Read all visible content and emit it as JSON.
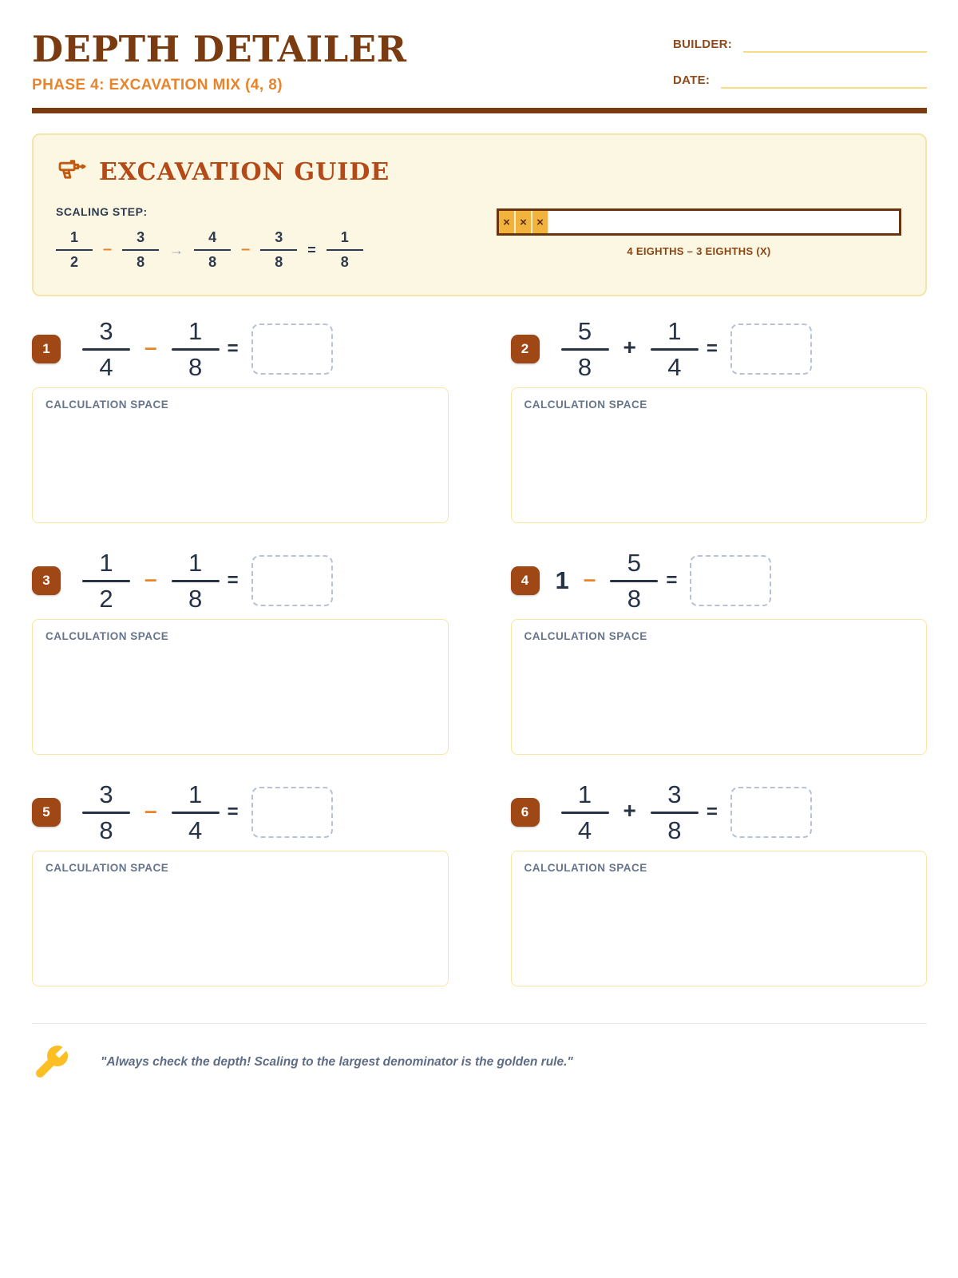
{
  "header": {
    "title": "DEPTH DETAILER",
    "subtitle": "PHASE 4: EXCAVATION MIX (4, 8)",
    "builder_label": "BUILDER:",
    "date_label": "DATE:"
  },
  "guide": {
    "heading": "EXCAVATION GUIDE",
    "scaling_step_label": "SCALING STEP:",
    "equation": {
      "f1": {
        "num": "1",
        "den": "2"
      },
      "op1": "–",
      "f2": {
        "num": "3",
        "den": "8"
      },
      "arrow": "→",
      "f3": {
        "num": "4",
        "den": "8"
      },
      "op2": "–",
      "f4": {
        "num": "3",
        "den": "8"
      },
      "equals": "=",
      "result": {
        "num": "1",
        "den": "8"
      }
    },
    "bar_model": {
      "crossed_cells": 3,
      "cross_symbol": "×",
      "caption": "4 EIGHTHS – 3 EIGHTHS (X)"
    }
  },
  "symbols": {
    "equals": "="
  },
  "calc_label": "CALCULATION SPACE",
  "problems": [
    {
      "number": "1",
      "f1": {
        "num": "3",
        "den": "4"
      },
      "op": "–",
      "f2": {
        "num": "1",
        "den": "8"
      }
    },
    {
      "number": "2",
      "f1": {
        "num": "5",
        "den": "8"
      },
      "op": "+",
      "f2": {
        "num": "1",
        "den": "4"
      }
    },
    {
      "number": "3",
      "f1": {
        "num": "1",
        "den": "2"
      },
      "op": "–",
      "f2": {
        "num": "1",
        "den": "8"
      }
    },
    {
      "number": "4",
      "whole": "1",
      "op": "–",
      "f2": {
        "num": "5",
        "den": "8"
      }
    },
    {
      "number": "5",
      "f1": {
        "num": "3",
        "den": "8"
      },
      "op": "–",
      "f2": {
        "num": "1",
        "den": "4"
      }
    },
    {
      "number": "6",
      "f1": {
        "num": "1",
        "den": "4"
      },
      "op": "+",
      "f2": {
        "num": "3",
        "den": "8"
      }
    }
  ],
  "footer": {
    "quote": "\"Always check the depth! Scaling to the largest denominator is the golden rule.\""
  },
  "colors": {
    "title_brown": "#7A3B10",
    "accent_orange": "#E8842C",
    "heading_rust": "#B34A17",
    "ink_navy": "#263246",
    "badge_brown": "#A04716",
    "cell_yellow": "#F2B33D",
    "line_gold": "#F7DC84",
    "panel_cream": "#FCF7E2",
    "panel_border": "#F3E5AC",
    "calc_border": "#FAE6A3",
    "dashed_slate": "#B7C2D4",
    "muted_slate": "#66758C",
    "wrench_yellow": "#FBBF24"
  }
}
